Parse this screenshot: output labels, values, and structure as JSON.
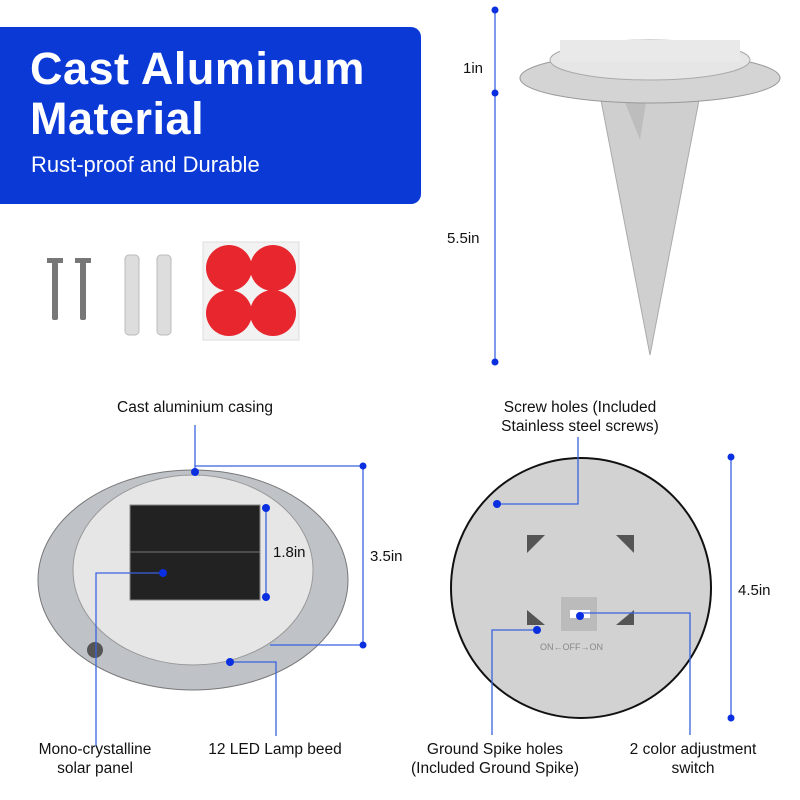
{
  "banner": {
    "title_line1": "Cast Aluminum",
    "title_line2": "Material",
    "subtitle": "Rust-proof and Durable"
  },
  "dimensions": {
    "cap_height": "1in",
    "spike_length": "5.5in",
    "panel_size": "1.8in",
    "casing_diameter": "3.5in",
    "base_diameter": "4.5in"
  },
  "callouts": {
    "casing": "Cast aluminium casing",
    "screw_holes_1": "Screw holes (Included",
    "screw_holes_2": "Stainless steel screws)",
    "solar_1": "Mono-crystalline",
    "solar_2": "solar panel",
    "led": "12 LED Lamp beed",
    "spike_holes_1": "Ground Spike holes",
    "spike_holes_2": "(Included Ground Spike)",
    "switch_1": "2 color adjustment",
    "switch_2": "switch",
    "switch_marking": "ON←OFF→ON"
  },
  "colors": {
    "brand_blue": "#0a39d6",
    "line_blue": "#3a62e0",
    "dot_blue": "#0a2fe0",
    "sticker_red": "#e8262e"
  }
}
